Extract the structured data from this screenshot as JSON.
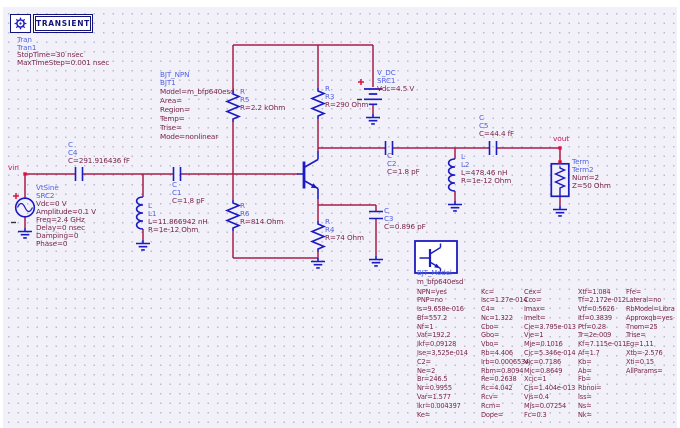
{
  "palette": {
    "wire": "#A81C4A",
    "component": "#1B1BC1",
    "designator": "#5163E4",
    "parameter": "#78264A",
    "node_label": "#CF1257",
    "sim_frame": "#12127D",
    "background": "#F2F0F9"
  },
  "sim": {
    "title": "TRANSIENT",
    "names": [
      "Tran",
      "Tran1"
    ],
    "params": [
      "StopTime=30 nsec",
      "MaxTimeStep=0.001 nsec"
    ]
  },
  "nodes": {
    "vin": "vin",
    "vout": "vout"
  },
  "components": {
    "src2": {
      "names": [
        "VtSine",
        "SRC2"
      ],
      "params": [
        "Vdc=0 V",
        "Amplitude=0.1 V",
        "Freq=2.4 GHz",
        "Delay=0 nsec",
        "Damping=0",
        "Phase=0"
      ]
    },
    "c4": {
      "names": [
        "C",
        "C4"
      ],
      "params": [
        "C=291.916436 fF"
      ]
    },
    "c1": {
      "names": [
        "C",
        "C1"
      ],
      "params": [
        "C=1.8 pF"
      ]
    },
    "l1": {
      "names": [
        "L",
        "L1"
      ],
      "params": [
        "L=11.866942 nH",
        "R=1e-12 Ohm"
      ]
    },
    "r5": {
      "names": [
        "R",
        "R5"
      ],
      "params": [
        "R=2.2 kOhm"
      ]
    },
    "r6": {
      "names": [
        "R",
        "R6"
      ],
      "params": [
        "R=814 Ohm"
      ]
    },
    "bjt1": {
      "names": [
        "BJT_NPN",
        "BJT1"
      ],
      "params": [
        "Model=m_bfp640esd",
        "Area=",
        "Region=",
        "Temp=",
        "Trise=",
        "Mode=nonlinear"
      ]
    },
    "r3": {
      "names": [
        "R",
        "R3"
      ],
      "params": [
        "R=290 Ohm"
      ]
    },
    "src1": {
      "names": [
        "V_DC",
        "SRC1"
      ],
      "params": [
        "Vdc=4.5 V"
      ]
    },
    "c2": {
      "names": [
        "C",
        "C2"
      ],
      "params": [
        "C=1.8 pF"
      ]
    },
    "r4": {
      "names": [
        "R",
        "R4"
      ],
      "params": [
        "R=74 Ohm"
      ]
    },
    "c3": {
      "names": [
        "C",
        "C3"
      ],
      "params": [
        "C=0.896 pF"
      ]
    },
    "l2": {
      "names": [
        "L",
        "L2"
      ],
      "params": [
        "L=478.46 nH",
        "R=1e-12 Ohm"
      ]
    },
    "c5": {
      "names": [
        "C",
        "C5"
      ],
      "params": [
        "C=44.4 fF"
      ]
    },
    "term2": {
      "names": [
        "Term",
        "Term2"
      ],
      "params": [
        "Num=2",
        "Z=50 Ohm"
      ]
    }
  },
  "model": {
    "title": "BJT_Model",
    "name": "m_bfp640esd",
    "col1": [
      "NPN=yes",
      "PNP=no",
      "Is=9.658e-016",
      "Bf=557.2",
      "Nf=1",
      "Vaf=192.2",
      "Ikf=0.09128",
      "Ise=3.525e-014",
      "C2=",
      "Ne=2",
      "Br=246.5",
      "Nr=0.9955",
      "Var=1.577",
      "Ikr=0.004397",
      "Ke="
    ],
    "col2": [
      "Kc=",
      "Isc=1.27e-014",
      "C4=",
      "Nc=1.322",
      "Cbo=",
      "Gbo=",
      "Vbo=",
      "Rb=4.406",
      "Irb=0.0006534",
      "Rbm=0.8094",
      "Re=0.2638",
      "Rc=4.042",
      "Rcv=",
      "Rcm=",
      "Dope="
    ],
    "col3": [
      "Cex=",
      "Cco=",
      "Imax=",
      "Imelt=",
      "Cje=3.795e-013",
      "Vje=1",
      "Mje=0.1016",
      "Cjc=5.346e-014",
      "Vjc=0.7186",
      "Mjc=0.8649",
      "Xcjc=1",
      "Cjs=1.404e-013",
      "Vjs=0.4",
      "Mjs=0.07254",
      "Fc=0.3"
    ],
    "col4": [
      "Xtf=1.084",
      "Tf=2.172e-012",
      "Vtf=0.5626",
      "Itf=0.3839",
      "Ptf=0.28",
      "Tr=2e-009",
      "Kf=7.115e-011",
      "Af=1.7",
      "Kb=",
      "Ab=",
      "Fb=",
      "Rbnoi=",
      "Iss=",
      "Ns=",
      "Nk="
    ],
    "col5": [
      "Ffe=",
      "Lateral=no",
      "RbModel=Libra",
      "Approxqb=yes",
      "Tnom=25",
      "Trise=",
      "Eg=1.11",
      "Xtb=-2.576",
      "Xti=0.15",
      "AllParams="
    ]
  }
}
